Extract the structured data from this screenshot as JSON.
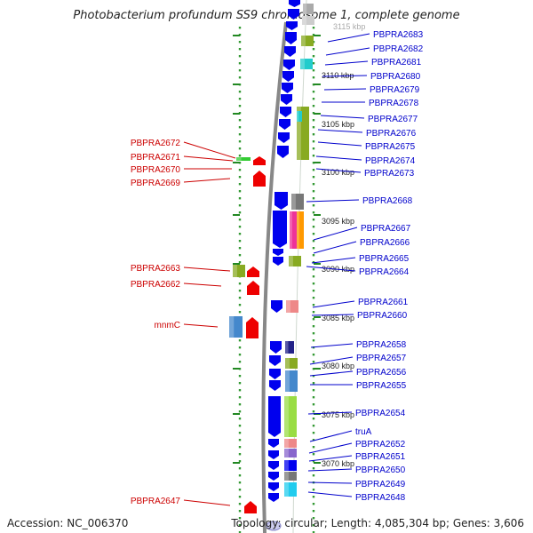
{
  "title": "Photobacterium profundum SS9 chromosome 1, complete genome",
  "footer": {
    "accession": "Accession: NC_006370",
    "topology": "Topology: circular; Length: 4,085,304 bp; Genes: 3,606"
  },
  "colors": {
    "right_gene_label": "#0000cc",
    "left_gene_label": "#cc0000",
    "forward_arrow": "#ee0000",
    "reverse_arrow": "#0000ee",
    "backbone": "#888888",
    "tick_dots": "#339933"
  },
  "kbp_markers": [
    "3115 kbp",
    "3110 kbp",
    "3105 kbp",
    "3100 kbp",
    "3095 kbp",
    "3090 kbp",
    "3085 kbp",
    "3080 kbp",
    "3075 kbp",
    "3070 kbp"
  ],
  "right_labels": [
    "PBPRA2683",
    "PBPRA2682",
    "PBPRA2681",
    "PBPRA2680",
    "PBPRA2679",
    "PBPRA2678",
    "PBPRA2677",
    "PBPRA2676",
    "PBPRA2675",
    "PBPRA2674",
    "PBPRA2673",
    "PBPRA2668",
    "PBPRA2667",
    "PBPRA2666",
    "PBPRA2665",
    "PBPRA2664",
    "PBPRA2661",
    "PBPRA2660",
    "PBPRA2658",
    "PBPRA2657",
    "PBPRA2656",
    "PBPRA2655",
    "PBPRA2654",
    "truA",
    "PBPRA2652",
    "PBPRA2651",
    "PBPRA2650",
    "PBPRA2649",
    "PBPRA2648"
  ],
  "left_labels": [
    "PBPRA2672",
    "PBPRA2671",
    "PBPRA2670",
    "PBPRA2669",
    "PBPRA2663",
    "PBPRA2662",
    "mnmC",
    "PBPRA2647"
  ]
}
